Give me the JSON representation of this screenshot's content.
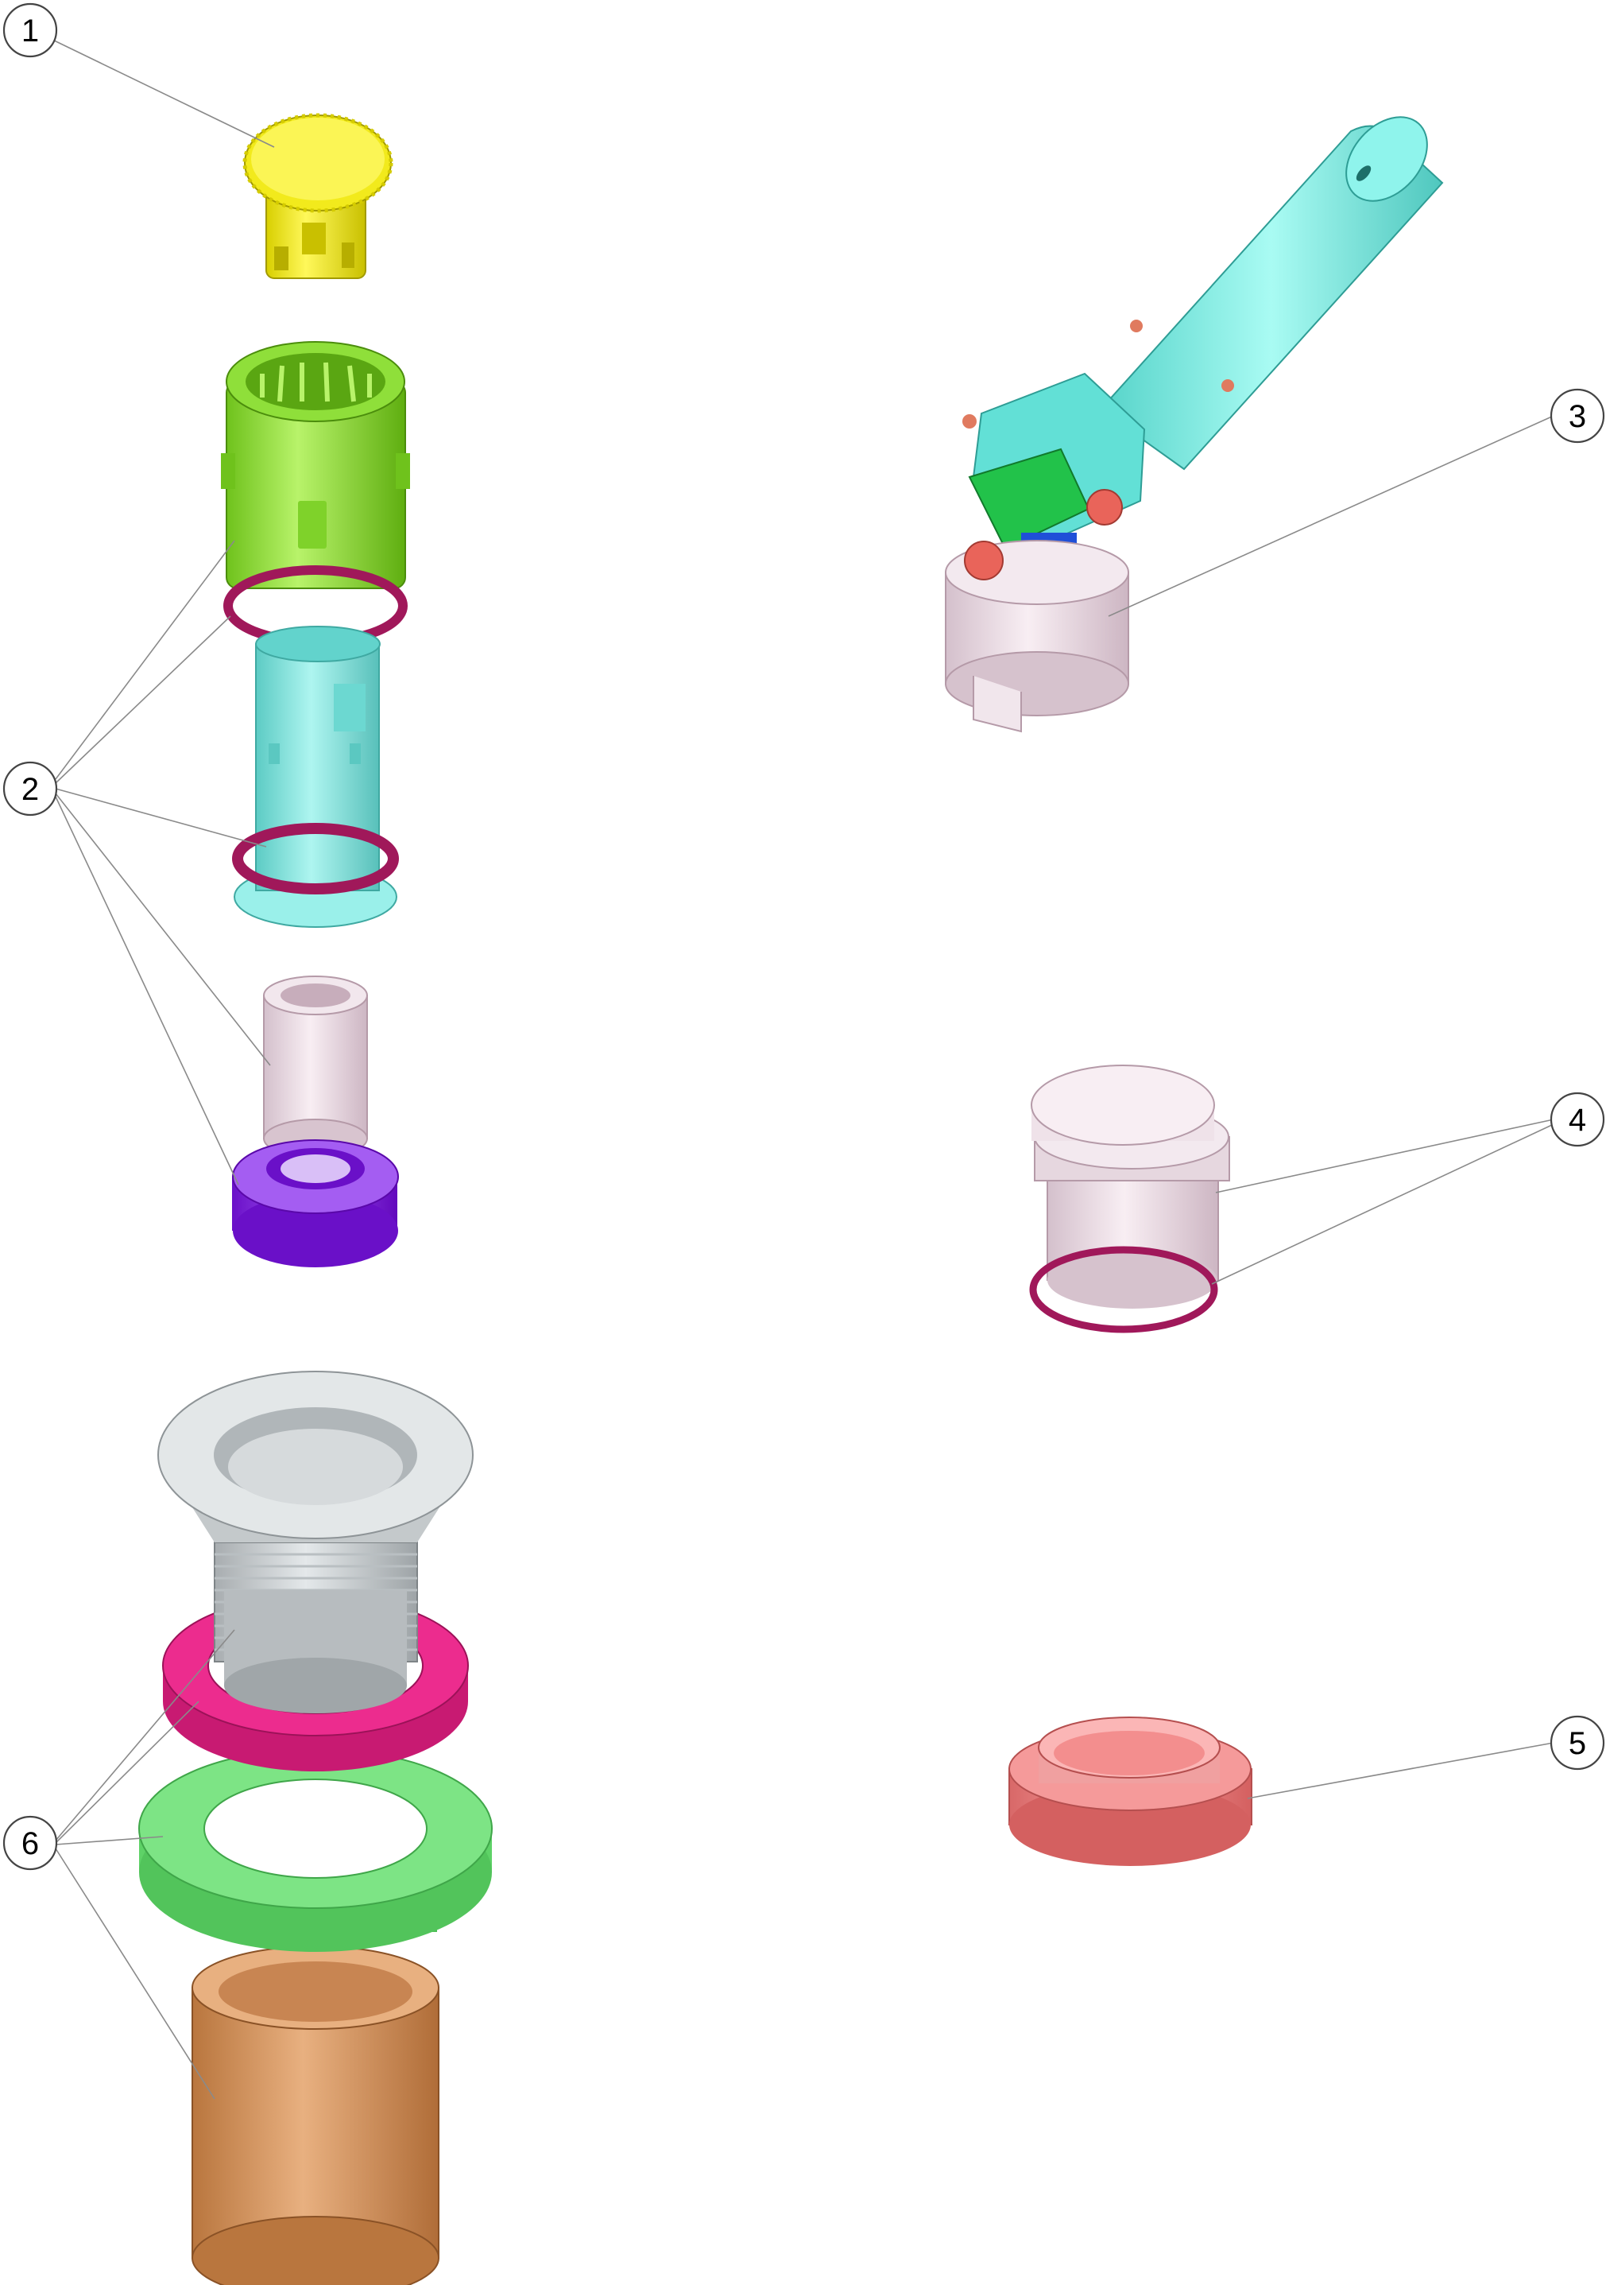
{
  "callouts": [
    {
      "id": "1",
      "label": "1"
    },
    {
      "id": "2",
      "label": "2"
    },
    {
      "id": "3",
      "label": "3"
    },
    {
      "id": "4",
      "label": "4"
    },
    {
      "id": "5",
      "label": "5"
    },
    {
      "id": "6",
      "label": "6"
    }
  ],
  "colors": {
    "yellow_cap": "#f2ea1c",
    "green_body": "#95e63a",
    "cyan_body": "#83e6e0",
    "o_ring": "#a0185a",
    "pale_pink": "#eedde6",
    "purple_ring": "#8a2be8",
    "grey_flange": "#cfd4d6",
    "magenta_gasket": "#ec2c8e",
    "green_nut": "#72e07a",
    "tan_sleeve": "#d99a66",
    "salmon_cap": "#f08a8a",
    "cyan_tool": "#7ff0e6",
    "green_tool": "#22c24a"
  },
  "parts": [
    {
      "name": "yellow-cap",
      "callout": "1"
    },
    {
      "name": "green-housing",
      "callout": "2"
    },
    {
      "name": "o-ring-upper",
      "callout": "2"
    },
    {
      "name": "cyan-body",
      "callout": "2"
    },
    {
      "name": "o-ring-lower",
      "callout": "2"
    },
    {
      "name": "pink-sleeve",
      "callout": "2"
    },
    {
      "name": "purple-collar",
      "callout": "2"
    },
    {
      "name": "handle-tool",
      "callout": "3"
    },
    {
      "name": "pink-plug",
      "callout": "4"
    },
    {
      "name": "o-ring-plug",
      "callout": "4"
    },
    {
      "name": "salmon-cap",
      "callout": "5"
    },
    {
      "name": "grey-flange-fitting",
      "callout": "6"
    },
    {
      "name": "magenta-gasket",
      "callout": "6"
    },
    {
      "name": "green-lock-nut",
      "callout": "6"
    },
    {
      "name": "tan-sleeve",
      "callout": "6"
    }
  ]
}
